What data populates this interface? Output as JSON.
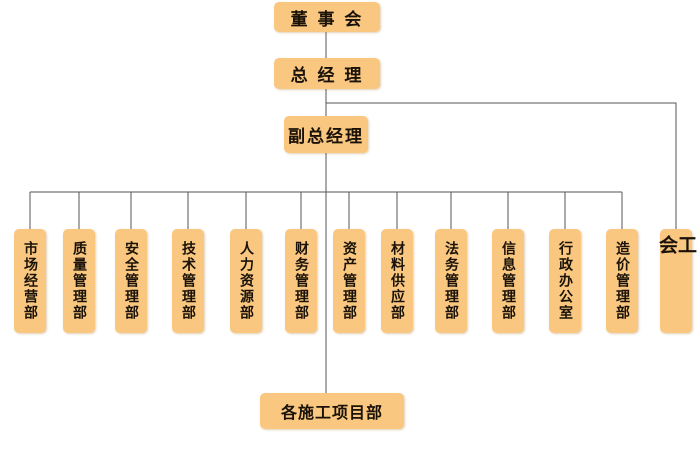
{
  "chart": {
    "board": "董 事 会",
    "gm": "总 经 理",
    "deputy": "副总经理",
    "departments": [
      {
        "label": "市场经营部"
      },
      {
        "label": "质量管理部"
      },
      {
        "label": "安全管理部"
      },
      {
        "label": "技术管理部"
      },
      {
        "label": "人力资源部"
      },
      {
        "label": "财务管理部"
      },
      {
        "label": "资产管理部"
      },
      {
        "label": "材料供应部"
      },
      {
        "label": "法务管理部"
      },
      {
        "label": "信息管理部"
      },
      {
        "label": "行政办公室"
      },
      {
        "label": "造价管理部"
      }
    ],
    "union": "工会",
    "projects": "各施工项目部"
  }
}
